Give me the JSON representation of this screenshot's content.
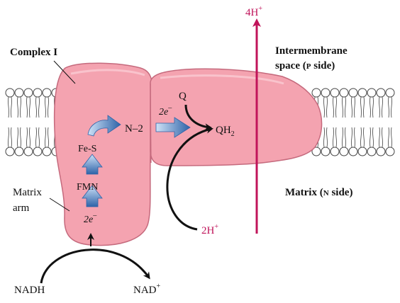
{
  "labels": {
    "complex": "Complex I",
    "intermembrane_line1": "Intermembrane",
    "intermembrane_line2": "space (",
    "p_letter": "P",
    "side_close_p": " side)",
    "matrix_side_open": "Matrix (",
    "n_letter": "N",
    "side_close_n": " side)",
    "matrix_arm_line1": "Matrix",
    "matrix_arm_line2": "arm",
    "nadh": "NADH",
    "nad": "NAD",
    "nad_sup": "+",
    "fmn": "FMN",
    "fes": "Fe-S",
    "n2": "N–2",
    "e_lower": "2e",
    "e_lower_sup": "–",
    "e_upper": "2e",
    "e_upper_sup": "–",
    "q": "Q",
    "qh2": "QH",
    "qh2_sub": "2",
    "h_top": "4H",
    "h_top_sup": "+",
    "h_bottom": "2H",
    "h_bottom_sup": "+"
  },
  "colors": {
    "protein_fill": "#f4a3b0",
    "protein_stroke": "#c56a7d",
    "proton": "#c0145a",
    "arrow_blue": "#4f86c6",
    "black": "#111111"
  }
}
